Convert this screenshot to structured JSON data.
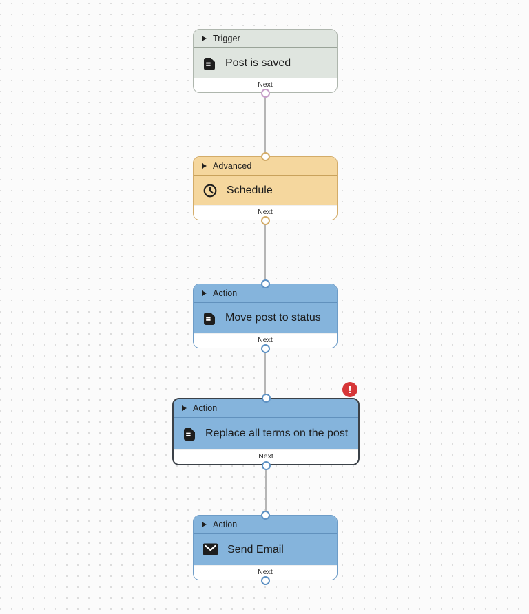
{
  "canvas": {
    "background": "#fbfbfb",
    "dot_color": "#d7d7d7",
    "connector_line_color": "#b5b5b5"
  },
  "workflow": {
    "nodes": [
      {
        "id": "trigger-post-is-saved",
        "category": "Trigger",
        "title": "Post is saved",
        "icon": "document-icon",
        "footer_label": "Next",
        "selected": false,
        "has_error": false,
        "colors": {
          "background": "#dfe5df",
          "border": "#aeb6ad",
          "divider": "#9aa499",
          "output_port": "#c79fc9"
        }
      },
      {
        "id": "advanced-schedule",
        "category": "Advanced",
        "title": "Schedule",
        "icon": "clock-icon",
        "footer_label": "Next",
        "selected": false,
        "has_error": false,
        "colors": {
          "background": "#f5d79e",
          "border": "#d3ac69",
          "divider": "#c9a25c",
          "output_port": "#d3ac69"
        }
      },
      {
        "id": "action-move-post-to-status",
        "category": "Action",
        "title": "Move post to status",
        "icon": "document-icon",
        "footer_label": "Next",
        "selected": false,
        "has_error": false,
        "colors": {
          "background": "#85b4dc",
          "border": "#6d9cc7",
          "divider": "#6191bd",
          "output_port": "#5e92c4"
        }
      },
      {
        "id": "action-replace-all-terms-on-the-post",
        "category": "Action",
        "title": "Replace all terms on the post",
        "icon": "document-icon",
        "footer_label": "Next",
        "selected": true,
        "has_error": true,
        "colors": {
          "background": "#85b4dc",
          "border": "#3b4148",
          "divider": "#6191bd",
          "output_port": "#5e92c4"
        }
      },
      {
        "id": "action-send-email",
        "category": "Action",
        "title": "Send Email",
        "icon": "envelope-icon",
        "footer_label": "Next",
        "selected": false,
        "has_error": false,
        "colors": {
          "background": "#85b4dc",
          "border": "#6d9cc7",
          "divider": "#6191bd",
          "output_port": "#5e92c4"
        }
      }
    ],
    "connections": [
      {
        "from": "trigger-post-is-saved",
        "to": "advanced-schedule"
      },
      {
        "from": "advanced-schedule",
        "to": "action-move-post-to-status"
      },
      {
        "from": "action-move-post-to-status",
        "to": "action-replace-all-terms-on-the-post"
      },
      {
        "from": "action-replace-all-terms-on-the-post",
        "to": "action-send-email"
      }
    ],
    "error_badge": {
      "symbol": "!",
      "color": "#d63638"
    }
  }
}
